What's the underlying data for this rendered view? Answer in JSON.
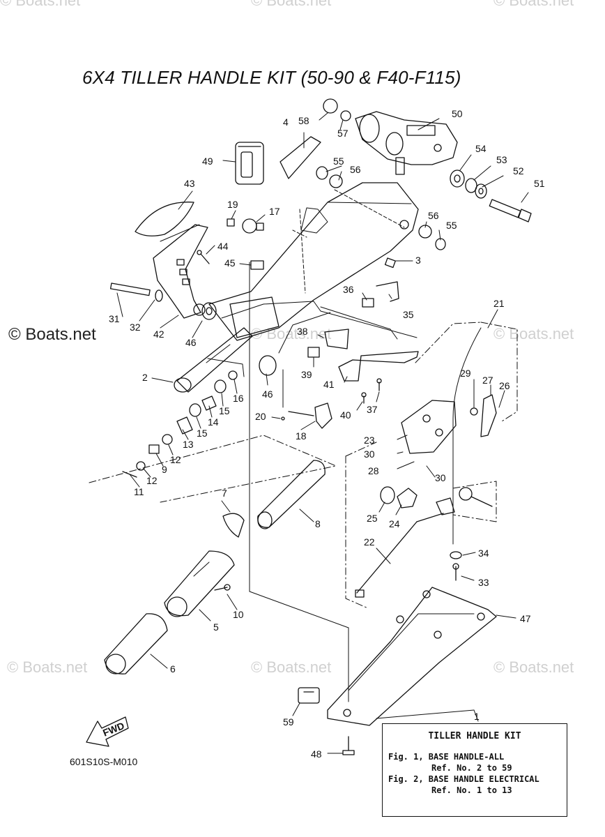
{
  "title": "6X4 TILLER HANDLE KIT (50-90 & F40-F115)",
  "watermark": "© Boats.net",
  "watermark_faint": "© Boats.net",
  "diagram_code": "601S10S-M010",
  "fwd_label": "FWD",
  "legend": {
    "title": "TILLER HANDLE KIT",
    "line1": "Fig. 1, BASE HANDLE-ALL",
    "line2": "Ref. No. 2 to 59",
    "line3": "Fig. 2, BASE HANDLE ELECTRICAL",
    "line4": "Ref. No. 1 to 13"
  },
  "callouts": [
    "1",
    "2",
    "3",
    "4",
    "5",
    "6",
    "7",
    "8",
    "9",
    "10",
    "11",
    "12",
    "12",
    "13",
    "14",
    "15",
    "15",
    "16",
    "17",
    "18",
    "19",
    "20",
    "21",
    "22",
    "23",
    "24",
    "25",
    "26",
    "27",
    "28",
    "29",
    "30",
    "30",
    "31",
    "32",
    "33",
    "34",
    "35",
    "36",
    "37",
    "38",
    "39",
    "40",
    "41",
    "42",
    "43",
    "44",
    "45",
    "46",
    "46",
    "47",
    "48",
    "49",
    "50",
    "51",
    "52",
    "53",
    "54",
    "55",
    "55",
    "56",
    "56",
    "57",
    "58",
    "59"
  ],
  "colors": {
    "line": "#111111",
    "watermark": "#d0d0d0"
  }
}
